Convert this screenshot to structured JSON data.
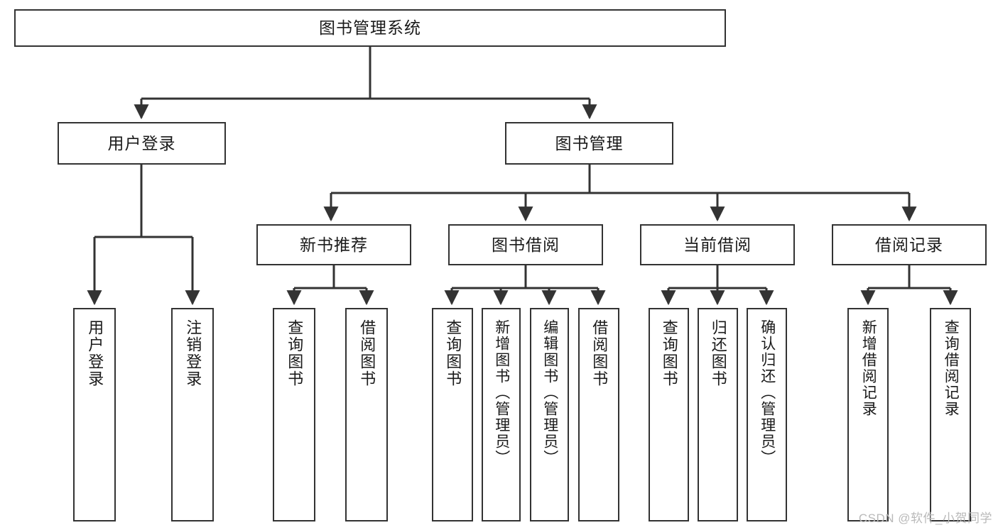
{
  "diagram": {
    "title": "图书管理系统",
    "type": "tree",
    "watermark": "CSDN @软件_小贺同学",
    "colors": {
      "box_border": "#333333",
      "box_fill": "#ffffff",
      "line": "#333333",
      "text": "#1a1a1a",
      "watermark": "#b9b9b9",
      "background": "#ffffff"
    },
    "root": {
      "label": "图书管理系统"
    },
    "level2": [
      {
        "label": "用户登录"
      },
      {
        "label": "图书管理"
      }
    ],
    "level3": [
      {
        "label": "新书推荐"
      },
      {
        "label": "图书借阅"
      },
      {
        "label": "当前借阅"
      },
      {
        "label": "借阅记录"
      }
    ],
    "leaves": [
      {
        "label": "用户登录"
      },
      {
        "label": "注销登录"
      },
      {
        "label": "查询图书"
      },
      {
        "label": "借阅图书"
      },
      {
        "label": "查询图书"
      },
      {
        "label": "新增图书（管理员）"
      },
      {
        "label": "编辑图书（管理员）"
      },
      {
        "label": "借阅图书"
      },
      {
        "label": "查询图书"
      },
      {
        "label": "归还图书"
      },
      {
        "label": "确认归还（管理员）"
      },
      {
        "label": "新增借阅记录"
      },
      {
        "label": "查询借阅记录"
      }
    ]
  }
}
